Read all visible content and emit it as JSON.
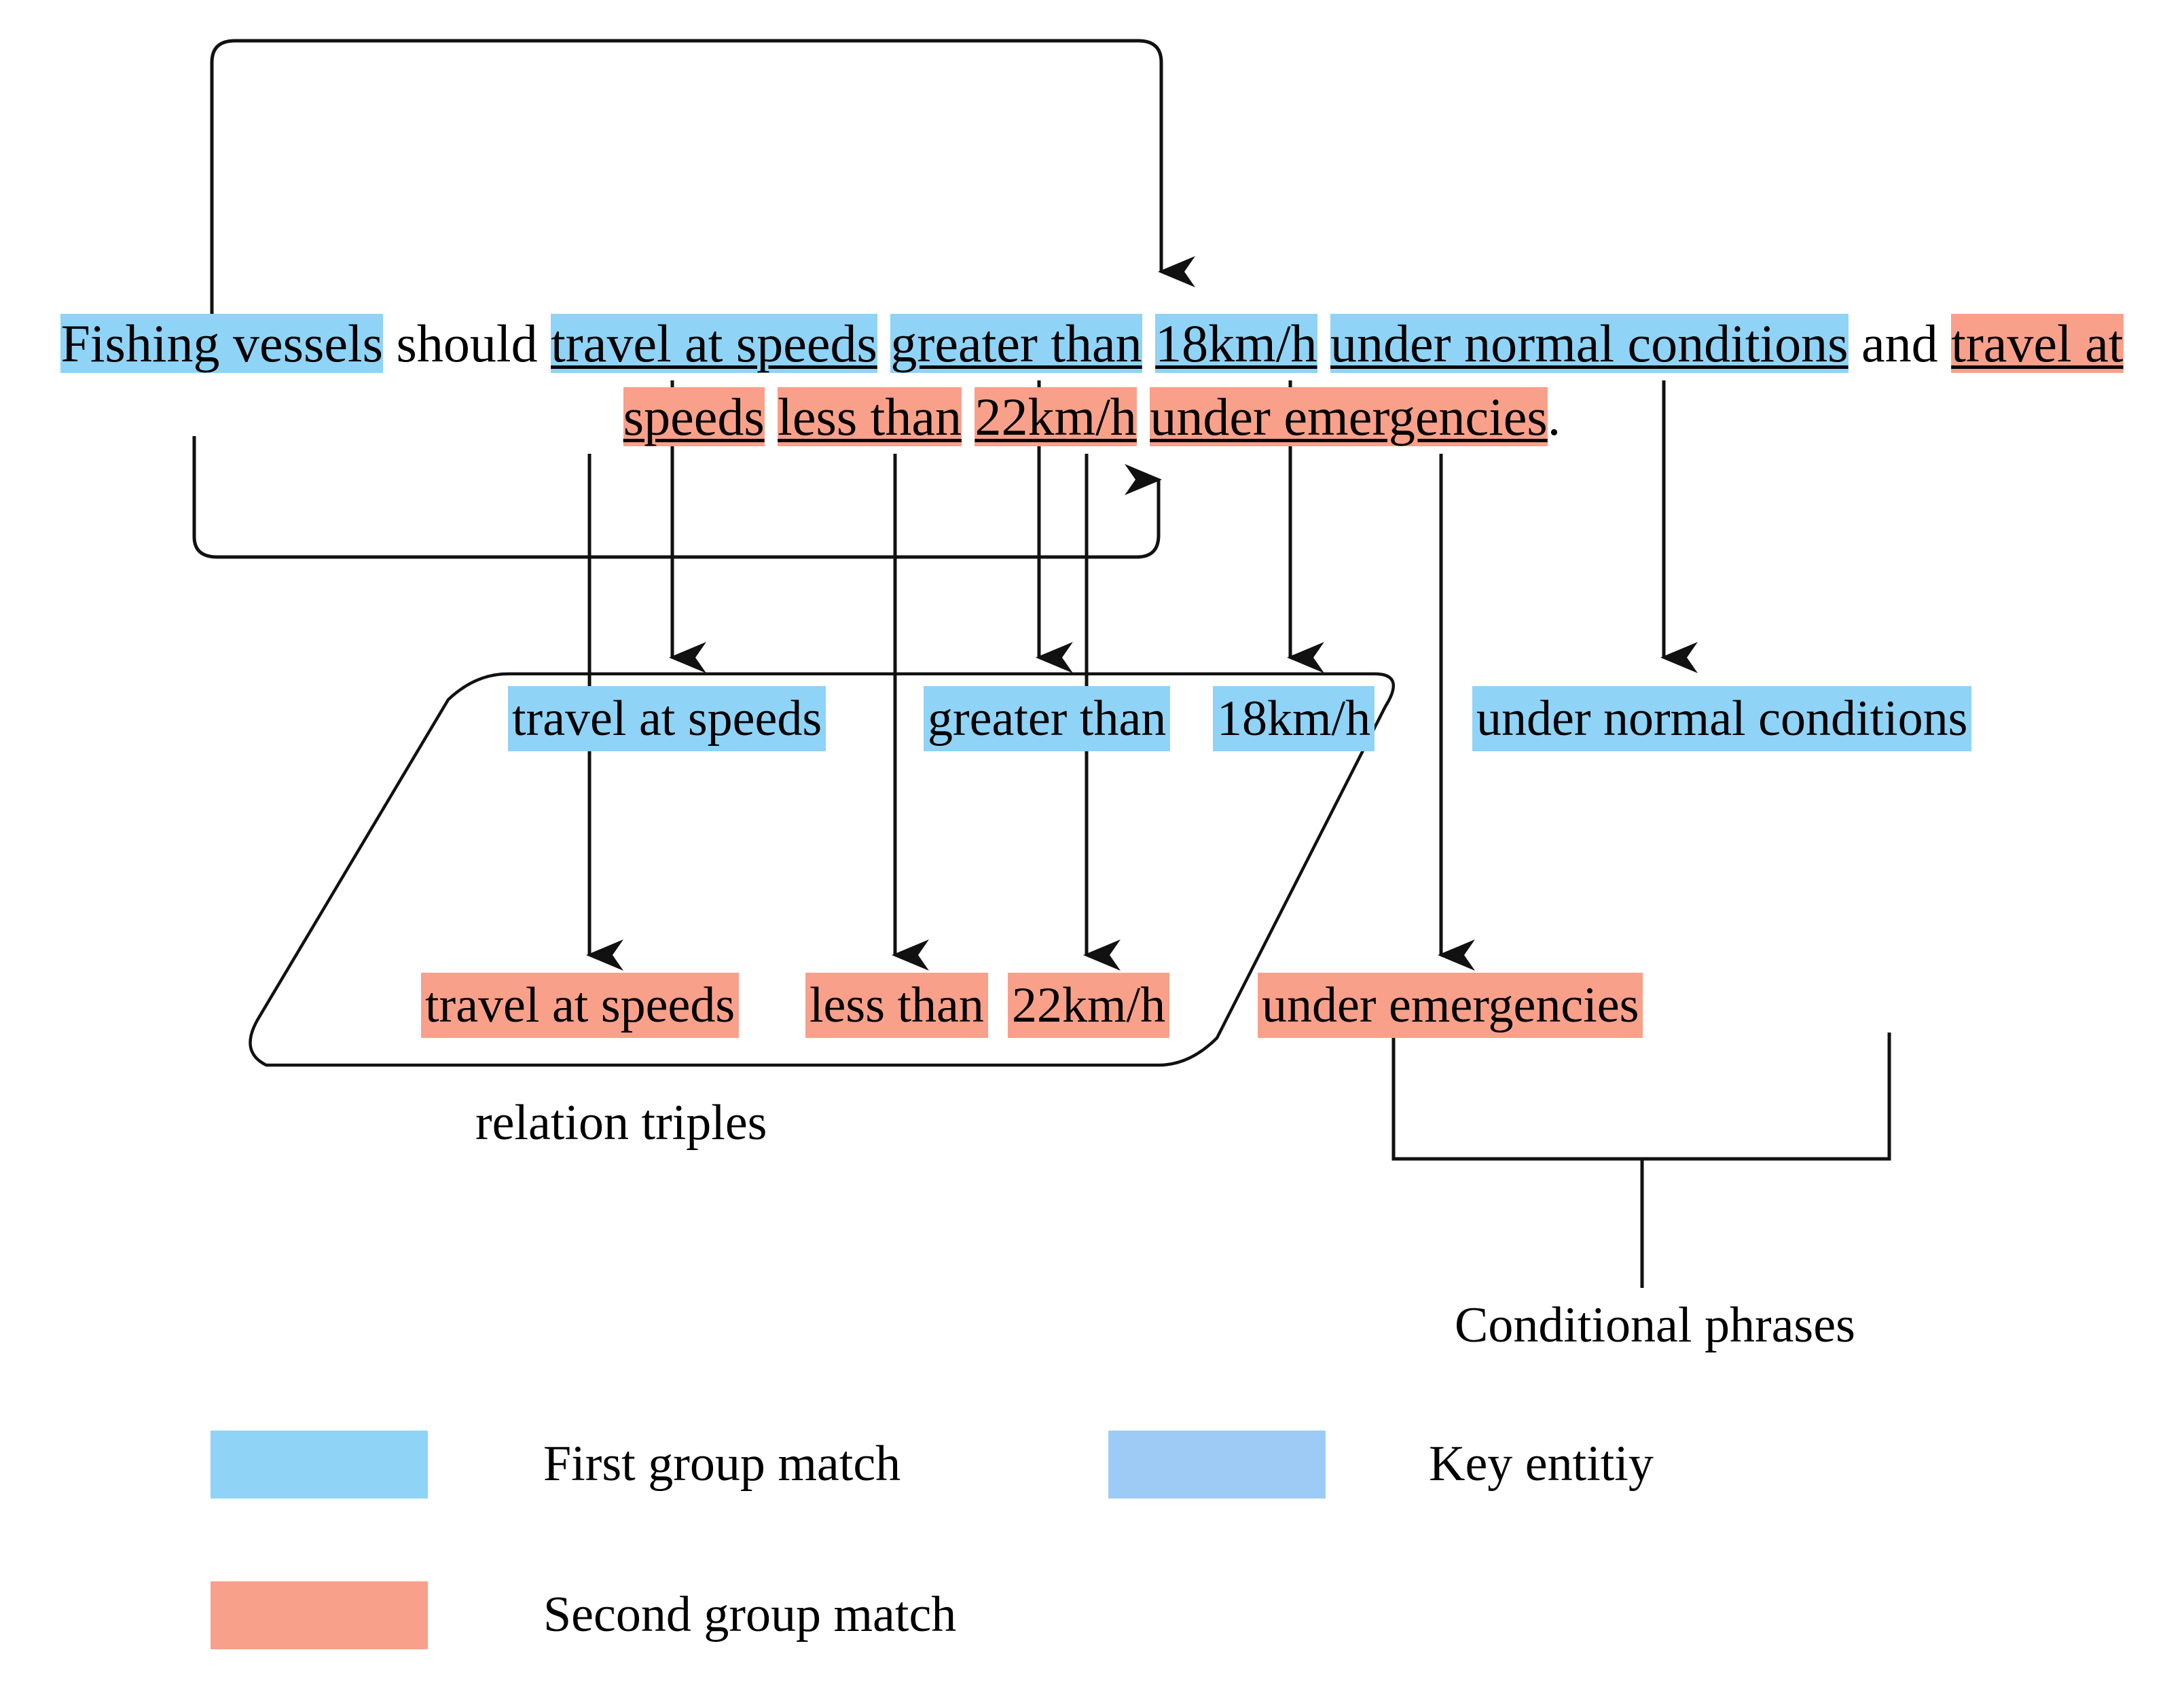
{
  "sentence": {
    "parts": [
      {
        "text": "Fishing vessels",
        "style": "blue"
      },
      {
        "text": " should ",
        "style": "plain"
      },
      {
        "text": "travel at speeds",
        "style": "blue-underline"
      },
      {
        "text": " ",
        "style": "plain"
      },
      {
        "text": "greater than",
        "style": "blue-underline"
      },
      {
        "text": " ",
        "style": "plain"
      },
      {
        "text": "18km/h",
        "style": "blue-underline"
      },
      {
        "text": " ",
        "style": "plain"
      },
      {
        "text": "under normal conditions",
        "style": "blue-underline"
      },
      {
        "text": " and ",
        "style": "plain"
      },
      {
        "text": "travel at speeds",
        "style": "red-underline"
      },
      {
        "text": " ",
        "style": "plain"
      },
      {
        "text": "less than",
        "style": "red-underline"
      },
      {
        "text": " ",
        "style": "plain"
      },
      {
        "text": "22km/h",
        "style": "red-underline"
      },
      {
        "text": " ",
        "style": "plain"
      },
      {
        "text": "under emergencies",
        "style": "red-underline"
      },
      {
        "text": ".",
        "style": "plain"
      }
    ],
    "full_text": "Fishing vessels should travel at speeds greater than 18km/h under normal conditions and travel at speeds less than 22km/h under emergencies."
  },
  "middle_row": [
    {
      "label": "travel at speeds",
      "color": "blue"
    },
    {
      "label": "greater than",
      "color": "blue"
    },
    {
      "label": "18km/h",
      "color": "blue"
    },
    {
      "label": "under normal conditions",
      "color": "blue"
    }
  ],
  "bottom_row": [
    {
      "label": "travel at speeds",
      "color": "red"
    },
    {
      "label": "less than",
      "color": "red"
    },
    {
      "label": "22km/h",
      "color": "red"
    },
    {
      "label": "under emergencies",
      "color": "red"
    }
  ],
  "captions": {
    "relation_triples": "relation triples",
    "conditional_phrases": "Conditional phrases"
  },
  "legend": [
    {
      "label": "First group match",
      "color": "#8fd3f7"
    },
    {
      "label": "Key entitiy",
      "color": "#9dcbf5"
    },
    {
      "label": "Second group match",
      "color": "#f9a08a"
    }
  ],
  "colors": {
    "first_group_match": "#8fd3f7",
    "key_entity": "#9dcbf5",
    "second_group_match": "#f9a08a",
    "line": "#000000",
    "background": "#ffffff"
  }
}
